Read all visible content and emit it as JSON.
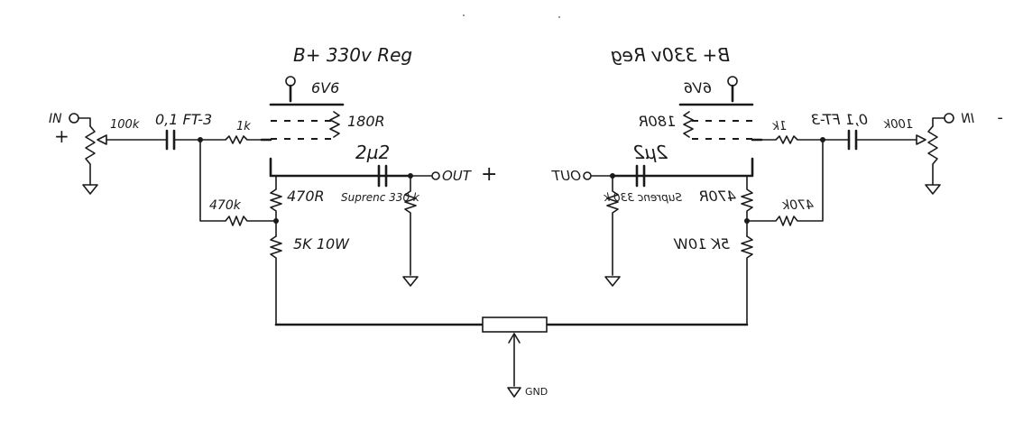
{
  "left": {
    "supply": "B+ 330v Reg",
    "tube": "6V6",
    "plate_res": "180R",
    "input": "IN",
    "input_sign": "+",
    "series_res": "100k",
    "coupling_cap": "0,1 FT-3",
    "grid_res": "1k",
    "out_cap": "2µ2",
    "output": "OUT",
    "output_sign": "+",
    "grid_leak": "470k",
    "cathode_res": "470R",
    "out_res": "Suprenc 330 k",
    "pot": "5K 10W"
  },
  "right": {
    "supply": "B+ 330v Reg",
    "tube": "6V6",
    "plate_res": "180R",
    "input": "IN",
    "input_sign": "-",
    "series_res": "100k",
    "coupling_cap": "0,1 FT-3",
    "grid_res": "1k",
    "out_cap": "2µ2",
    "output": "OUT",
    "grid_leak": "470k",
    "cathode_res": "470R",
    "out_res": "Suprenc 330 k",
    "pot": "5K 10W"
  },
  "ground": "GND"
}
